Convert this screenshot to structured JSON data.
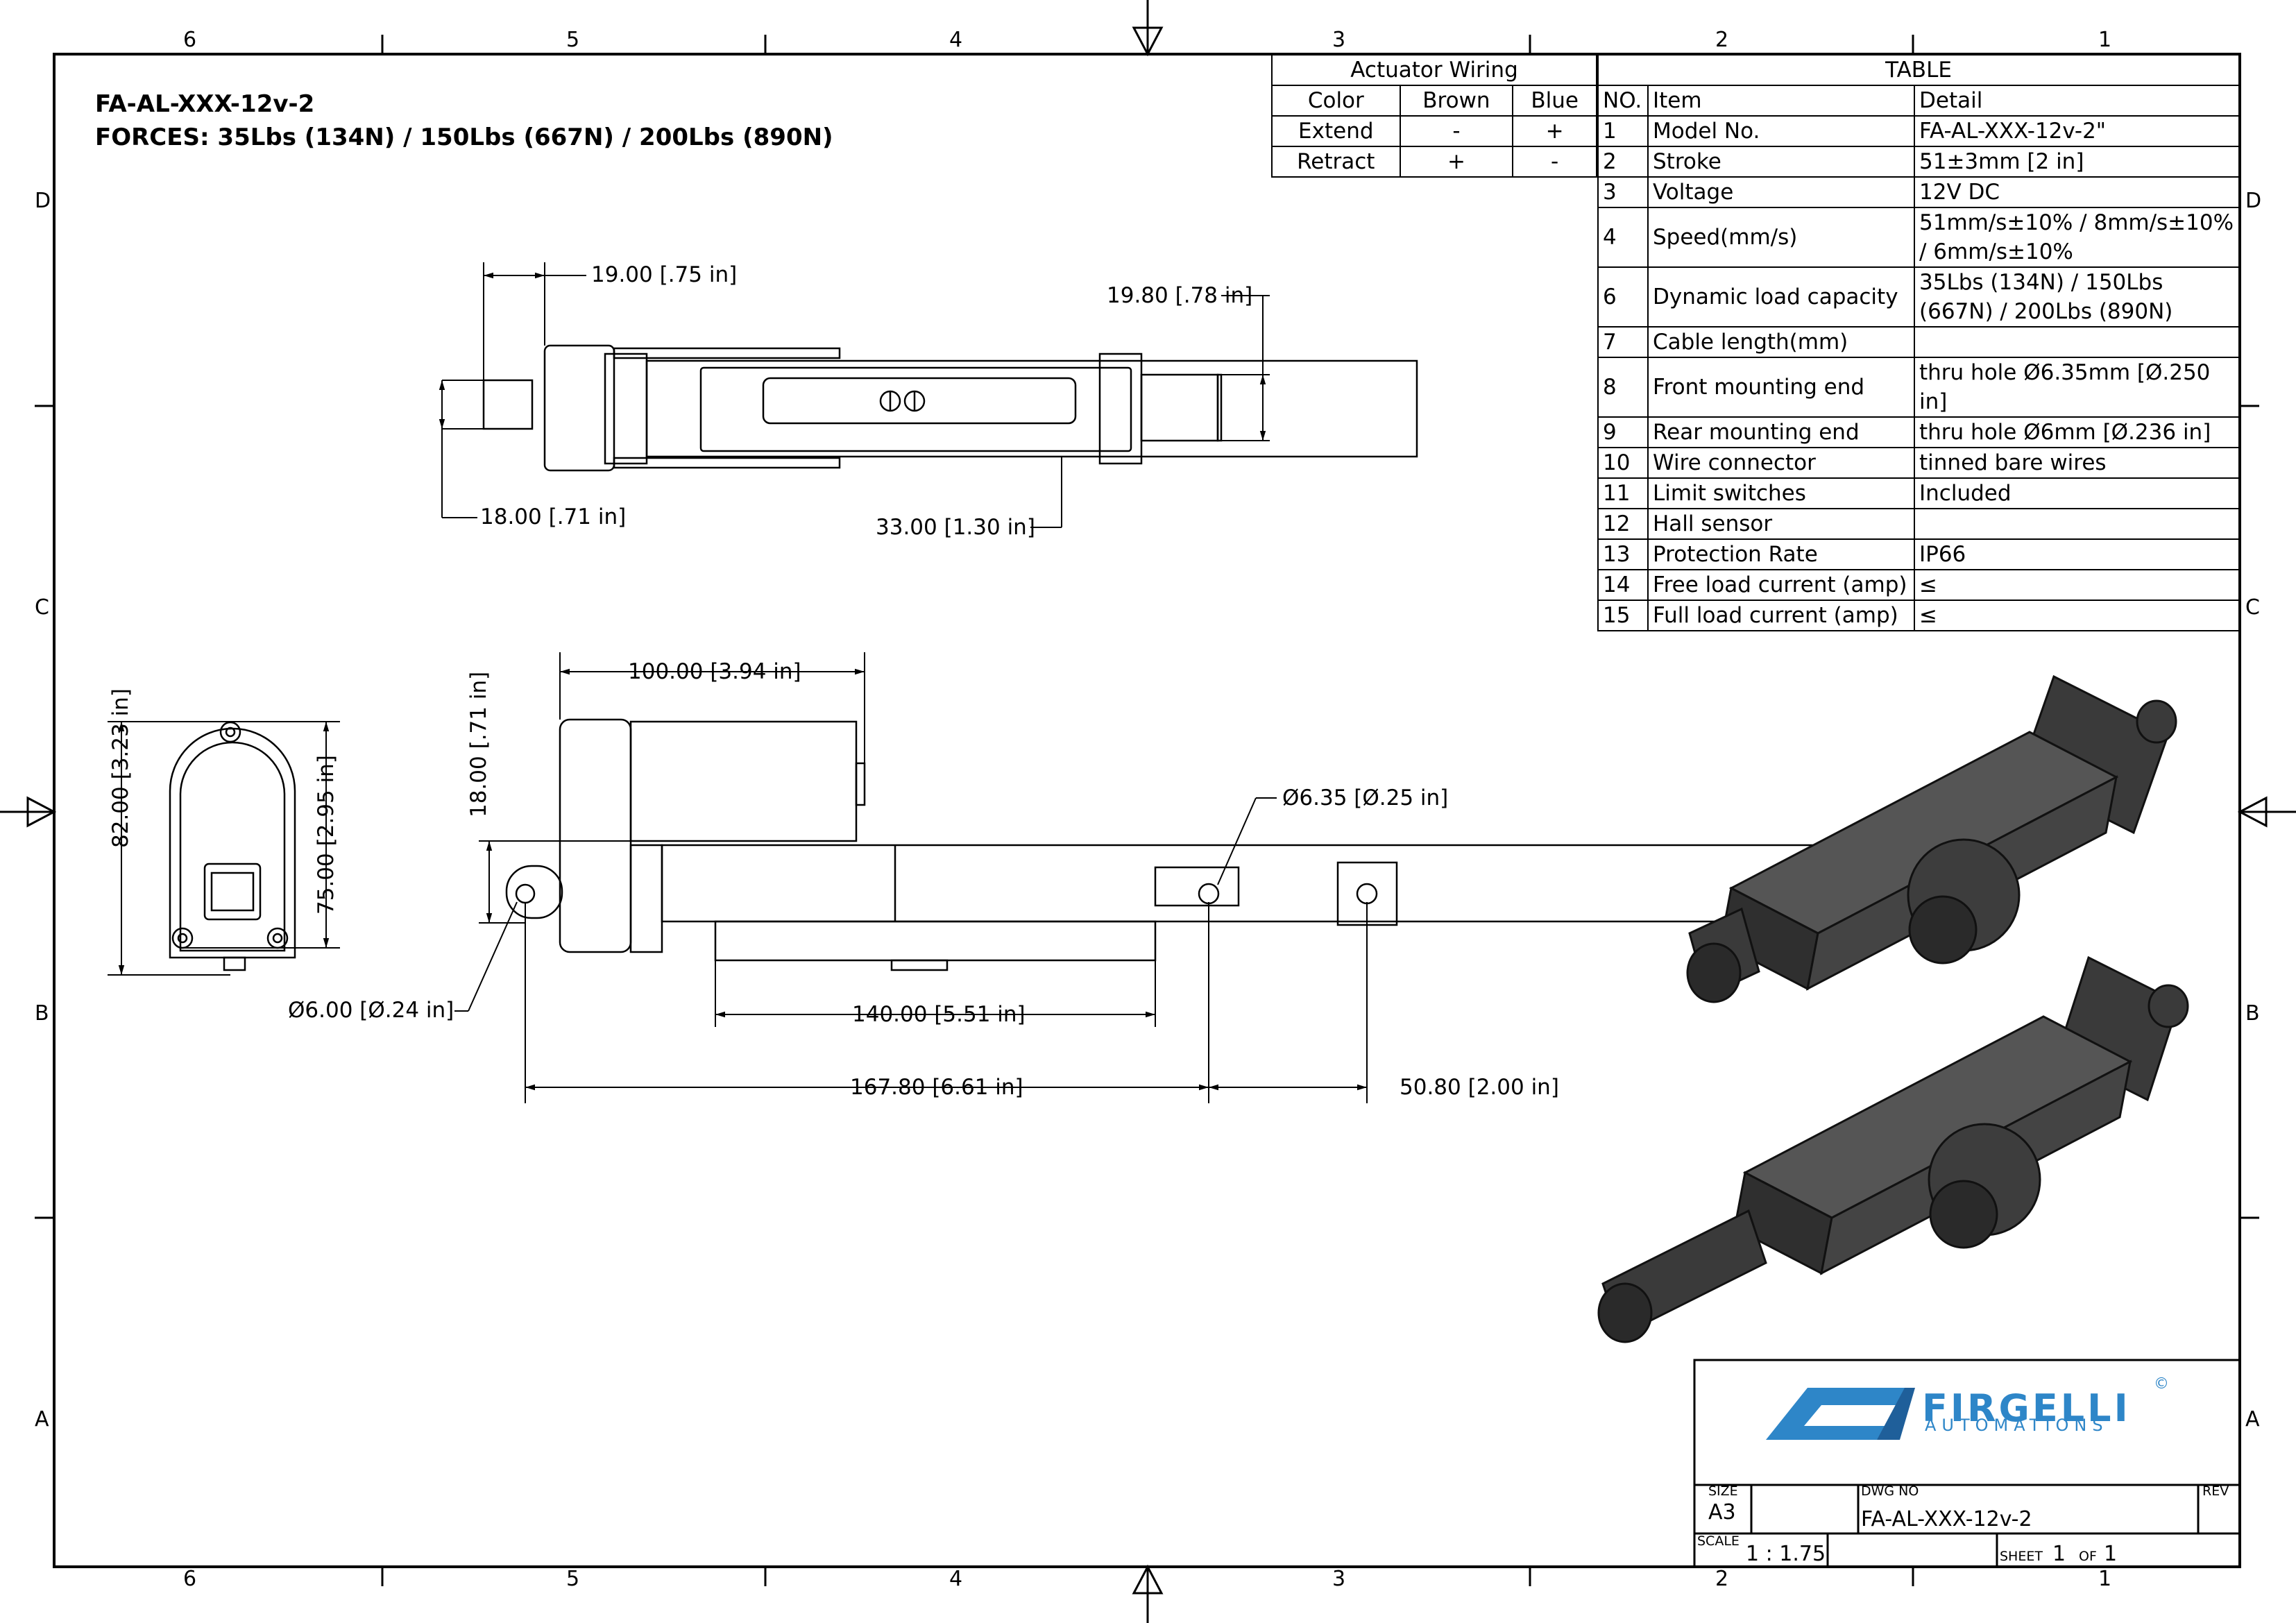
{
  "header": {
    "model": "FA-AL-XXX-12v-2",
    "forces": "FORCES: 35Lbs (134N) / 150Lbs (667N) / 200Lbs (890N)"
  },
  "wiring": {
    "title": "Actuator Wiring",
    "columns": [
      "Color",
      "Brown",
      "Blue"
    ],
    "rows": [
      [
        "Extend",
        "-",
        "+"
      ],
      [
        "Retract",
        "+",
        "-"
      ]
    ]
  },
  "spec_table": {
    "title": "TABLE",
    "headers": [
      "NO.",
      "Item",
      "Detail"
    ],
    "rows": [
      {
        "no": "1",
        "item": "Model No.",
        "detail": "FA-AL-XXX-12v-2\""
      },
      {
        "no": "2",
        "item": "Stroke",
        "detail": "51±3mm [2 in]"
      },
      {
        "no": "3",
        "item": "Voltage",
        "detail": "12V DC"
      },
      {
        "no": "4",
        "item": "Speed(mm/s)",
        "detail": "51mm/s±10% / 8mm/s±10% / 6mm/s±10%"
      },
      {
        "no": "6",
        "item": "Dynamic load capacity",
        "detail": "35Lbs (134N) / 150Lbs (667N) / 200Lbs (890N)"
      },
      {
        "no": "7",
        "item": "Cable length(mm)",
        "detail": ""
      },
      {
        "no": "8",
        "item": "Front mounting end",
        "detail": "thru hole Ø6.35mm [Ø.250 in]"
      },
      {
        "no": "9",
        "item": "Rear mounting end",
        "detail": "thru hole Ø6mm [Ø.236 in]"
      },
      {
        "no": "10",
        "item": "Wire connector",
        "detail": "tinned bare wires"
      },
      {
        "no": "11",
        "item": "Limit switches",
        "detail": "Included"
      },
      {
        "no": "12",
        "item": "Hall sensor",
        "detail": ""
      },
      {
        "no": "13",
        "item": "Protection Rate",
        "detail": "IP66"
      },
      {
        "no": "14",
        "item": "Free load current (amp)",
        "detail": "≤"
      },
      {
        "no": "15",
        "item": "Full load current (amp)",
        "detail": "≤"
      }
    ]
  },
  "dimensions": {
    "top_view": {
      "d1": "19.00 [.75 in]",
      "d2": "19.80 [.78 in]",
      "d3": "18.00 [.71 in]",
      "d4": "33.00 [1.30 in]"
    },
    "end_view": {
      "height": "82.00 [3.23 in]",
      "inner": "75.00 [2.95 in]",
      "rear_hole": "Ø6.00 [Ø.24 in]"
    },
    "side_view": {
      "motor_length": "100.00 [3.94 in]",
      "offset": "18.00 [.71 in]",
      "front_hole": "Ø6.35 [Ø.25 in]",
      "body": "140.00 [5.51 in]",
      "retracted": "167.80 [6.61 in]",
      "stroke": "50.80 [2.00 in]"
    }
  },
  "border_zones": {
    "columns": [
      "6",
      "5",
      "4",
      "3",
      "2",
      "1"
    ],
    "rows": [
      "D",
      "C",
      "B",
      "A"
    ]
  },
  "title_block": {
    "brand": "FIRGELLI",
    "brand_sub": "AUTOMATIONS",
    "copyright": "©",
    "size_label": "SIZE",
    "size_value": "A3",
    "dwg_label": "DWG NO",
    "dwg_value": "FA-AL-XXX-12v-2",
    "rev_label": "REV",
    "scale_label": "SCALE",
    "scale_value": "1 : 1.75",
    "sheet_label": "SHEET",
    "sheet_value": "1",
    "of_label": "OF",
    "of_value": "1"
  },
  "colors": {
    "line": "#000000",
    "brand_blue": "#2e86c8",
    "render_dark": "#3a3a3a",
    "render_mid": "#555555"
  }
}
